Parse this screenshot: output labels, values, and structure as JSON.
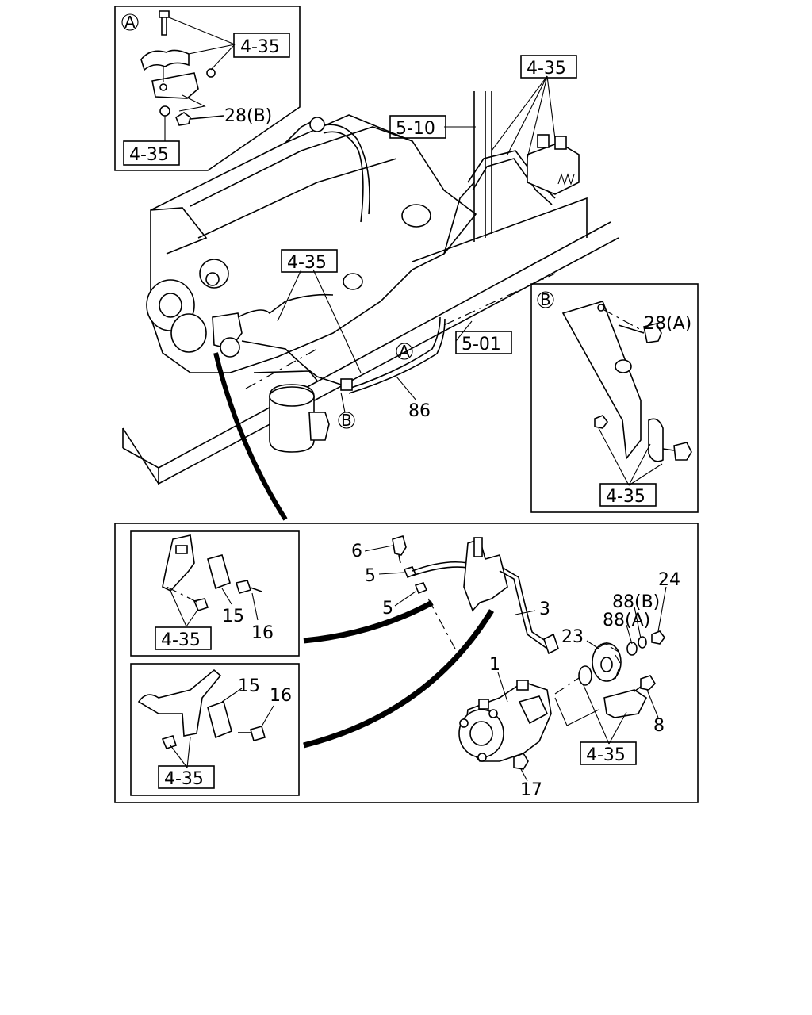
{
  "refs": {
    "r435": "4-35",
    "r510": "5-10",
    "r501": "5-01"
  },
  "detail_tags": {
    "a": "A",
    "b": "B"
  },
  "callouts": {
    "n28b": "28(B)",
    "n28a": "28(A)",
    "n86": "86",
    "n6": "6",
    "n5": "5",
    "n3": "3",
    "n24": "24",
    "n88b": "88(B)",
    "n88a": "88(A)",
    "n23": "23",
    "n1": "1",
    "n8": "8",
    "n17": "17",
    "n15": "15",
    "n16": "16"
  }
}
